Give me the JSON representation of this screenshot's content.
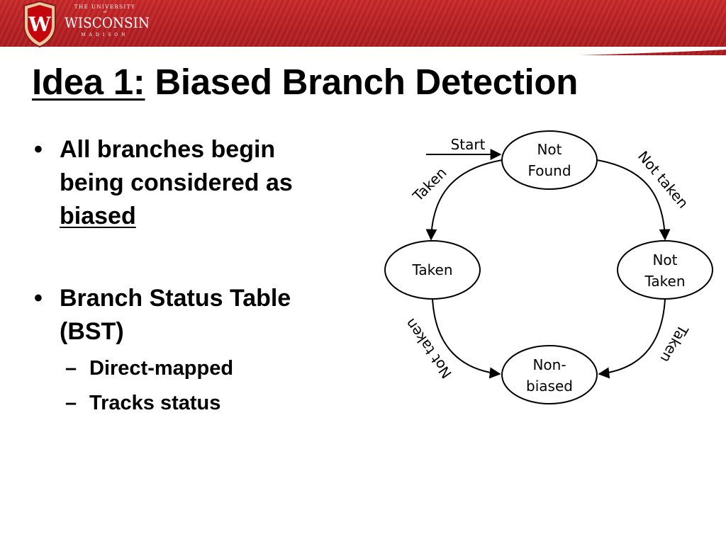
{
  "header": {
    "logo_top": "THE UNIVERSITY",
    "logo_of": "of",
    "logo_main": "WISCONSIN",
    "logo_bottom": "MADISON",
    "crest_letter": "W"
  },
  "slide": {
    "title_prefix": "Idea 1:",
    "title_rest": " Biased Branch Detection"
  },
  "bullets": [
    {
      "line1": "All branches begin",
      "line2": "being considered as",
      "emphasis": "biased",
      "marker": "•"
    },
    {
      "line1": "Branch Status Table",
      "line2": "(BST)",
      "marker": "•",
      "sub": [
        {
          "text": "Direct-mapped",
          "marker": "–"
        },
        {
          "text": "Tracks status",
          "marker": "–"
        }
      ]
    }
  ],
  "diagram": {
    "states": {
      "not_found": [
        "Not",
        "Found"
      ],
      "taken": [
        "Taken"
      ],
      "not_taken": [
        "Not",
        "Taken"
      ],
      "non_biased": [
        "Non-",
        "biased"
      ]
    },
    "transitions": {
      "start": "Start",
      "notfound_to_taken": "Taken",
      "notfound_to_nottaken": "Not taken",
      "taken_to_nonbiased": "Not taken",
      "nottaken_to_nonbiased": "Taken"
    }
  },
  "colors": {
    "banner": "#b51f22",
    "text": "#000000"
  }
}
